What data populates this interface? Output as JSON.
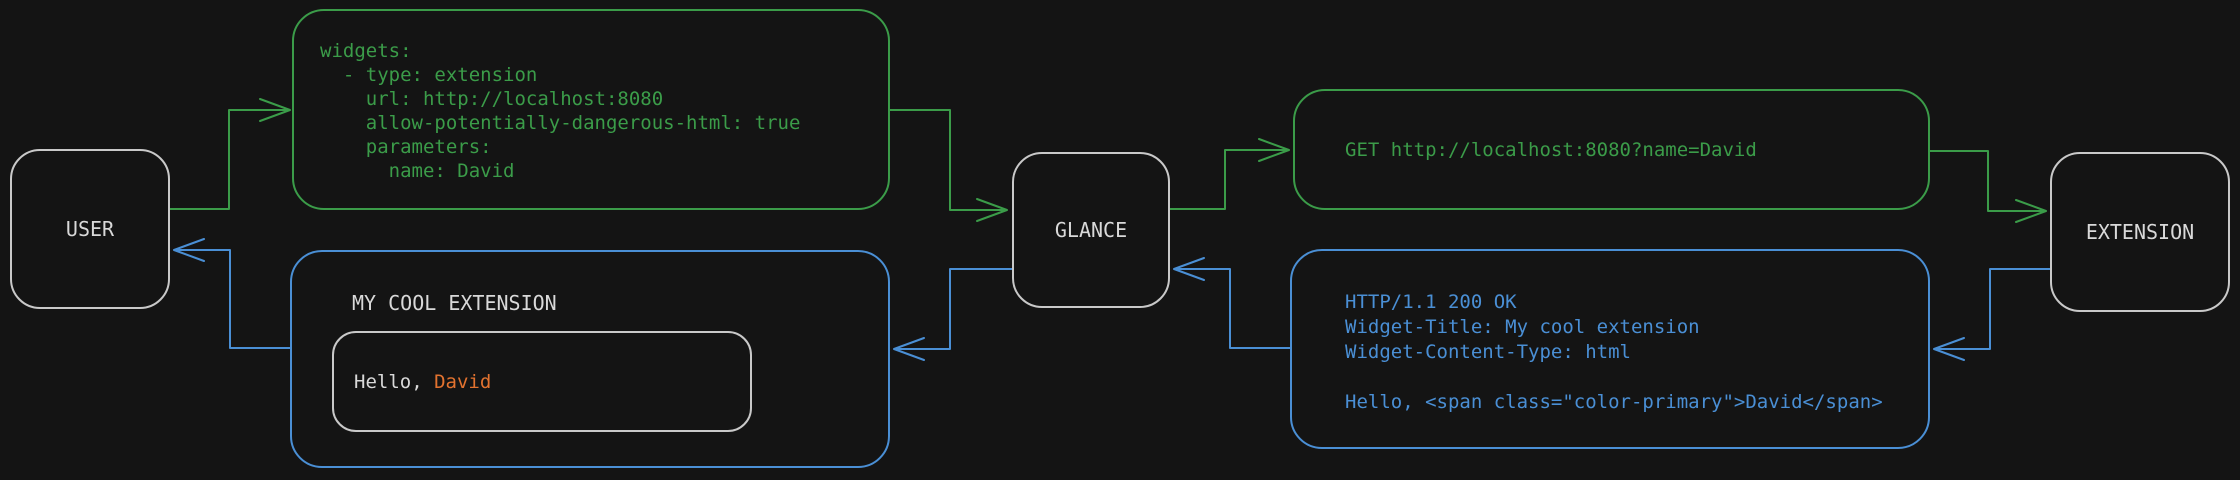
{
  "colors": {
    "bg": "#141414",
    "green": "#3b9c49",
    "blue": "#4a8fd5",
    "orange": "#e2722f",
    "text_light": "#d9d9d9",
    "node_border": "#c9c9c9"
  },
  "nodes": {
    "user": "USER",
    "glance": "GLANCE",
    "extension": "EXTENSION"
  },
  "config_box": {
    "lines": [
      "widgets:",
      "  - type: extension",
      "    url: http://localhost:8080",
      "    allow-potentially-dangerous-html: true",
      "    parameters:",
      "      name: David"
    ]
  },
  "request_box": {
    "text": "GET http://localhost:8080?name=David"
  },
  "response_box": {
    "lines": [
      "HTTP/1.1 200 OK",
      "Widget-Title: My cool extension",
      "Widget-Content-Type: html",
      "",
      "Hello, <span class=\"color-primary\">David</span>"
    ]
  },
  "widget_box": {
    "title": "MY COOL EXTENSION",
    "greeting_prefix": "Hello, ",
    "greeting_name": "David"
  }
}
